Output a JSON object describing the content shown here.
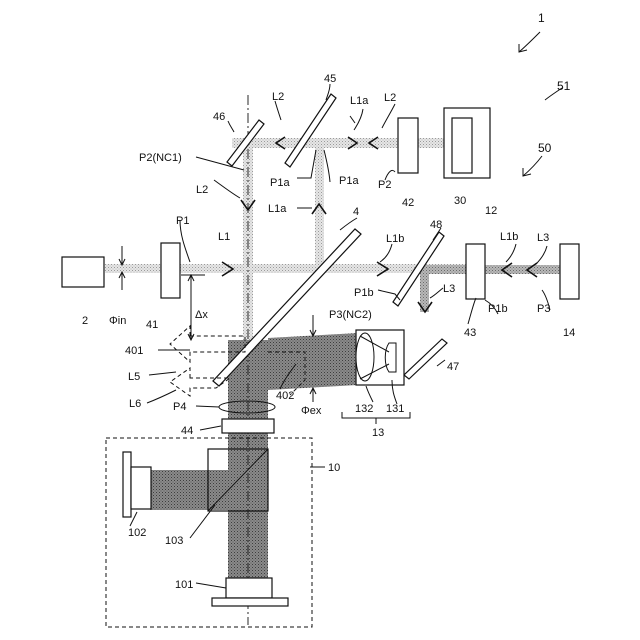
{
  "labels": {
    "n1": "1",
    "n51": "51",
    "n50": "50",
    "n45": "45",
    "n46": "46",
    "n4": "4",
    "n48": "48",
    "n42": "42",
    "n30": "30",
    "n12": "12",
    "n2": "2",
    "n41": "41",
    "n43": "43",
    "n14": "14",
    "n47": "47",
    "n13": "13",
    "n131": "131",
    "n132": "132",
    "n401": "401",
    "n402": "402",
    "n44": "44",
    "n10": "10",
    "n101": "101",
    "n102": "102",
    "n103": "103",
    "L1": "L1",
    "L2a": "L2",
    "L2b": "L2",
    "L2c": "L2",
    "L1a_top": "L1a",
    "L1a_mid": "L1a",
    "L1b_a": "L1b",
    "L1b_b": "L1b",
    "L3a": "L3",
    "L3b": "L3",
    "L5": "L5",
    "L6": "L6",
    "P1": "P1",
    "P1a_top": "P1a",
    "P1a_mid": "P1a",
    "P1b_a": "P1b",
    "P1b_b": "P1b",
    "P2": "P2",
    "P2NC1": "P2(NC1)",
    "P3": "P3",
    "P3NC2": "P3(NC2)",
    "P4": "P4",
    "phi_in": "Φin",
    "phi_ex": "Φex",
    "delta_x": "Δx"
  }
}
